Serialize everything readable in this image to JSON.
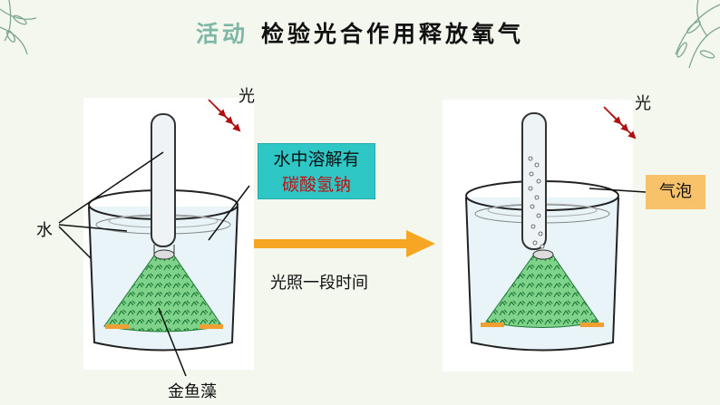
{
  "title": {
    "activity": "活动",
    "main": "检验光合作用释放氧气"
  },
  "left_diagram": {
    "light": "光",
    "water": "水",
    "callout_line1": "水中溶解有",
    "callout_line2": "碳酸氢钠",
    "plant": "金鱼藻"
  },
  "transition": {
    "label": "光照一段时间"
  },
  "right_diagram": {
    "light": "光",
    "bubbles": "气泡"
  },
  "colors": {
    "background": "#f4f7ee",
    "teal_box": "#2fc6c6",
    "orange_box": "#f7c26a",
    "arrow": "#f5a623",
    "light_rays": "#b01010",
    "plant": "#3aa655"
  }
}
